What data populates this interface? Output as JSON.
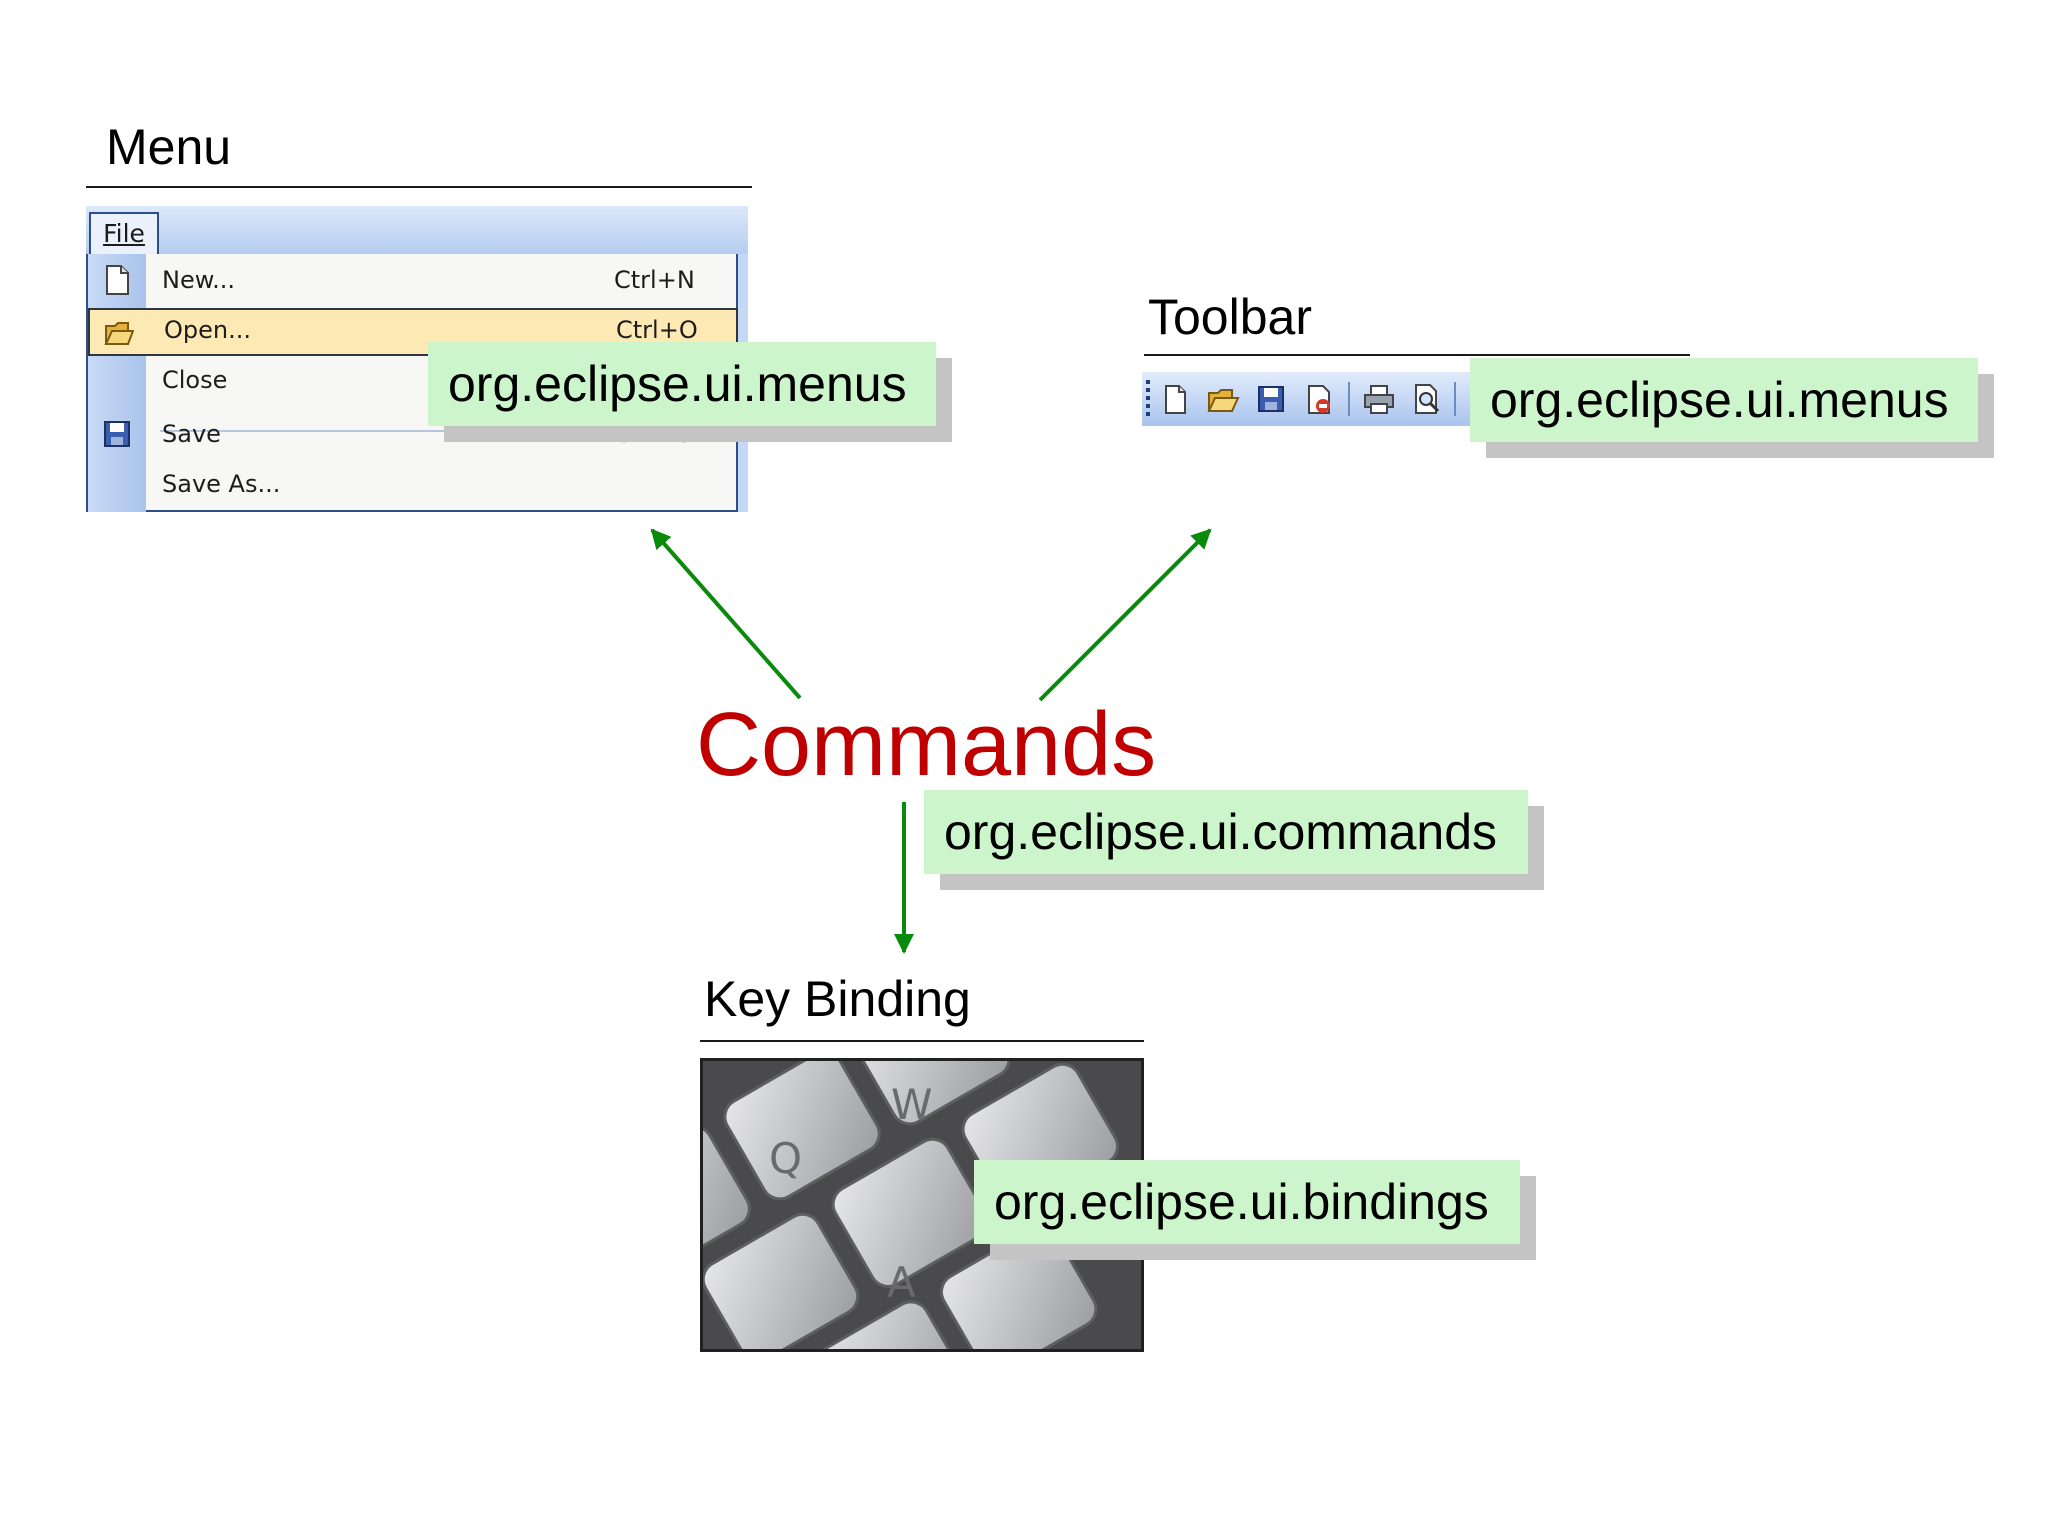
{
  "menu_section": {
    "title": "Menu"
  },
  "menu": {
    "file_label": "File",
    "items": [
      {
        "label": "New...",
        "shortcut": "Ctrl+N",
        "icon": "new-document-icon"
      },
      {
        "label": "Open...",
        "shortcut": "Ctrl+O",
        "icon": "open-folder-icon",
        "selected": true
      },
      {
        "label": "Close",
        "shortcut": ""
      },
      {
        "label": "Save",
        "shortcut": "Ctrl+S",
        "icon": "save-disk-icon"
      },
      {
        "label": "Save As...",
        "shortcut": ""
      }
    ]
  },
  "toolbar_section": {
    "title": "Toolbar",
    "icons": [
      "new-document-icon",
      "open-folder-icon",
      "save-disk-icon",
      "permission-icon",
      "print-icon",
      "print-preview-icon"
    ]
  },
  "key_binding_section": {
    "title": "Key Binding",
    "key_letters": [
      "Q",
      "W",
      "A"
    ]
  },
  "center": {
    "title": "Commands",
    "color": "#c00000"
  },
  "labels": {
    "menu_extension": "org.eclipse.ui.menus",
    "toolbar_extension": "org.eclipse.ui.menus",
    "commands_extension": "org.eclipse.ui.commands",
    "bindings_extension": "org.eclipse.ui.bindings"
  },
  "colors": {
    "label_bg": "#ccf5cc",
    "arrow": "#0a8a0a",
    "shadow": "#c4c4c4"
  }
}
